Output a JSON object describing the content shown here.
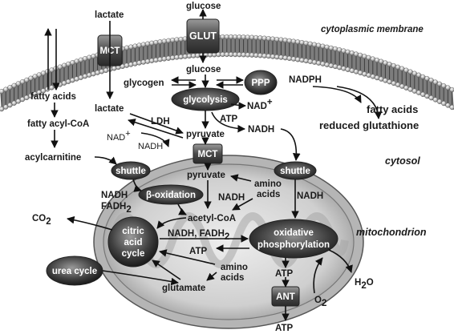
{
  "compartments": {
    "membrane": "cytoplasmic membrane",
    "cytosol": "cytosol",
    "mitochondrion": "mitochondrion"
  },
  "transporters": {
    "mct_top": "MCT",
    "glut": "GLUT",
    "mct_mito": "MCT",
    "ant": "ANT"
  },
  "pathways": {
    "ppp": "PPP",
    "glycolysis": "glycolysis",
    "shuttle_left": "shuttle",
    "shuttle_right": "shuttle",
    "beta_oxidation": "β-oxidation",
    "citric_acid_cycle": [
      "citric",
      "acid",
      "cycle"
    ],
    "urea_cycle": "urea cycle",
    "oxidative_phosphorylation": [
      "oxidative",
      "phosphorylation"
    ]
  },
  "metabolites": {
    "lactate_out": "lactate",
    "glucose_out": "glucose",
    "fatty_acids_left": "fatty acids",
    "lactate_in": "lactate",
    "glucose_in": "glucose",
    "glycogen": "glycogen",
    "fatty_acyl_coa": "fatty acyl-CoA",
    "acylcarnitine": "acylcarnitine",
    "nadph": "NADPH",
    "fatty_acids_right": "fatty acids",
    "reduced_glutathione": "reduced glutathione",
    "ldh": "LDH",
    "nad_left": "NAD",
    "nadh_left": "NADH",
    "pyruvate_cyto": "pyruvate",
    "nad_right": "NAD",
    "atp_glycolysis": "ATP",
    "nadh_right": "NADH",
    "pyruvate_mito": "pyruvate",
    "amino_acids_top": [
      "amino",
      "acids"
    ],
    "nadh_beta": "NADH",
    "fadh_beta": "FADH",
    "nadh_pdh": "NADH",
    "nadh_shuttle": "NADH",
    "acetyl_coa": "acetyl-CoA",
    "co2": "CO",
    "nadh_fadh_tca": "NADH, FADH",
    "atp_tca": "ATP",
    "amino_acids_bottom": [
      "amino",
      "acids"
    ],
    "glutamate": "glutamate",
    "atp_oxphos": "ATP",
    "h2o": "H",
    "o2": "O",
    "atp_out": "ATP"
  },
  "colors": {
    "membrane_gray": "#8a8a8a",
    "transporter_dark": "#555555",
    "ellipse_dark": "#3c3c3c",
    "mito_fill": "#c8c8c8"
  }
}
